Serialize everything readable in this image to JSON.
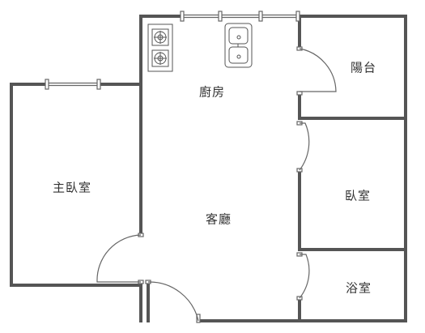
{
  "floorplan": {
    "rooms": {
      "kitchen": "廚房",
      "master_bedroom": "主臥室",
      "living_room": "客廳",
      "balcony": "陽台",
      "bedroom": "臥室",
      "bathroom": "浴室"
    },
    "fixtures": [
      "stove-icon",
      "sink-icon"
    ],
    "colors": {
      "wall": "#555555",
      "line": "#666666",
      "label": "#333333"
    }
  }
}
